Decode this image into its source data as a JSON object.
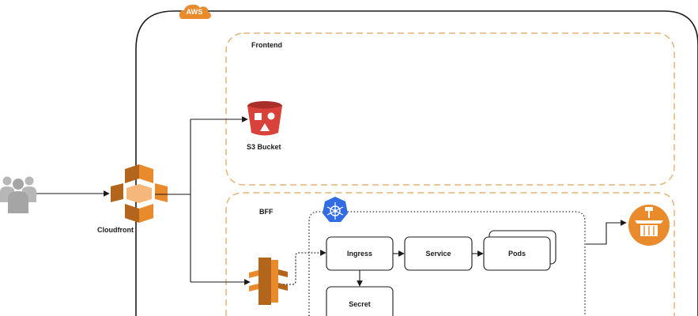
{
  "cloud": {
    "badge": "AWS"
  },
  "groups": {
    "frontend": "Frontend",
    "bff": "BFF"
  },
  "nodes": {
    "s3": "S3 Bucket",
    "cloudfront": "Cloudfront",
    "ingress": "Ingress",
    "service": "Service",
    "pods": "Pods",
    "secret": "Secret"
  },
  "icons": {
    "users": "users-icon",
    "cloudfront": "cloudfront-icon",
    "s3": "s3-bucket-icon",
    "api_gateway": "api-gateway-icon",
    "kubernetes": "kubernetes-icon",
    "external_service": "external-service-icon"
  },
  "colors": {
    "aws_orange": "#e98a2c",
    "s3_red": "#d8423b",
    "k8s_blue": "#326ce5",
    "group_dash": "#e6b478",
    "user_gray": "#b7b7b7"
  }
}
